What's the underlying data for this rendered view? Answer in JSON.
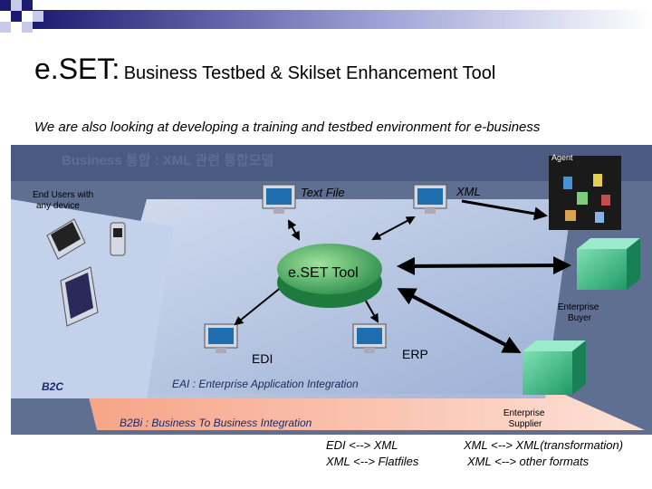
{
  "slide": {
    "title_main": "e.SET:",
    "title_rest": "Business Testbed & Skilset Enhancement Tool",
    "subtitle": "We are also looking at developing a training and testbed environment for e-business"
  },
  "diagram": {
    "banner": "Business 통합 : XML 관련 통합모델",
    "agent_label": "Agent",
    "end_users_line1": "End Users with",
    "end_users_line2": "any device",
    "text_file": "Text File",
    "xml": "XML",
    "core": "e.SET Tool",
    "edi": "EDI",
    "erp": "ERP",
    "enterprise_buyer_line1": "Enterprise",
    "enterprise_buyer_line2": "Buyer",
    "enterprise_supplier_line1": "Enterprise",
    "enterprise_supplier_line2": "Supplier",
    "b2c": "B2C",
    "eai": "EAI : Enterprise Application Integration",
    "b2bi": "B2Bi : Business To Business Integration"
  },
  "notes": {
    "left_1": "EDI <--> XML",
    "left_2": "XML <--> Flatfiles",
    "right_1": "XML <--> XML(transformation)",
    "right_2": "XML <--> other formats"
  },
  "colors": {
    "topbar_start": "#1a1a6e",
    "topbar_end": "#ffffff",
    "platform_blue": "#b9c9e6",
    "platform_salmon": "#f4a58a",
    "green_box": "#3fbf8a",
    "core_green": "#2f9a5a",
    "arrow": "#000000"
  }
}
